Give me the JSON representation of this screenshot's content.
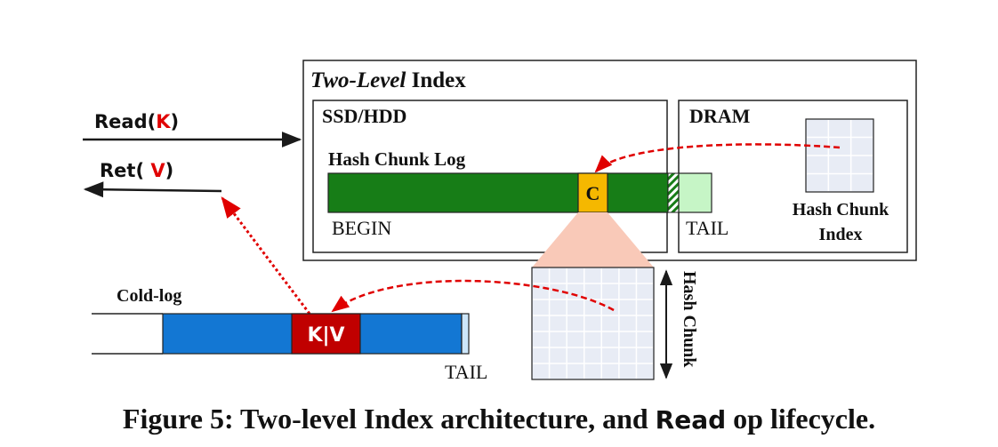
{
  "index": {
    "title_italic": "Two-Level",
    "title_rest": " Index"
  },
  "ssd": {
    "label": "SSD/HDD",
    "log_label": "Hash Chunk Log",
    "chunk_label": "C",
    "begin_label": "BEGIN",
    "tail_label": "TAIL"
  },
  "dram": {
    "label": "DRAM",
    "index_label_line1": "Hash Chunk",
    "index_label_line2": "Index"
  },
  "ops": {
    "read_prefix": "Read(",
    "read_key": "K",
    "read_suffix": ")",
    "ret_prefix": "Ret( ",
    "ret_value": "V",
    "ret_suffix": ")"
  },
  "coldlog": {
    "label": "Cold-log",
    "kv_label": "K|V",
    "tail_label": "TAIL"
  },
  "hash_chunk": {
    "label": "Hash Chunk"
  },
  "caption": {
    "prefix": "Figure 5: Two-level Index architecture, and ",
    "code": "Read",
    "suffix": " op lifecycle."
  },
  "colors": {
    "log_green": "#177d17",
    "tail_green": "#c6f5c6",
    "chunk_yellow": "#f5b800",
    "cold_blue": "#1377d3",
    "kv_red": "#c00000",
    "arrow_red": "#e00000",
    "grid_fill": "#e8ecf5",
    "funnel": "#f9c9b8"
  }
}
